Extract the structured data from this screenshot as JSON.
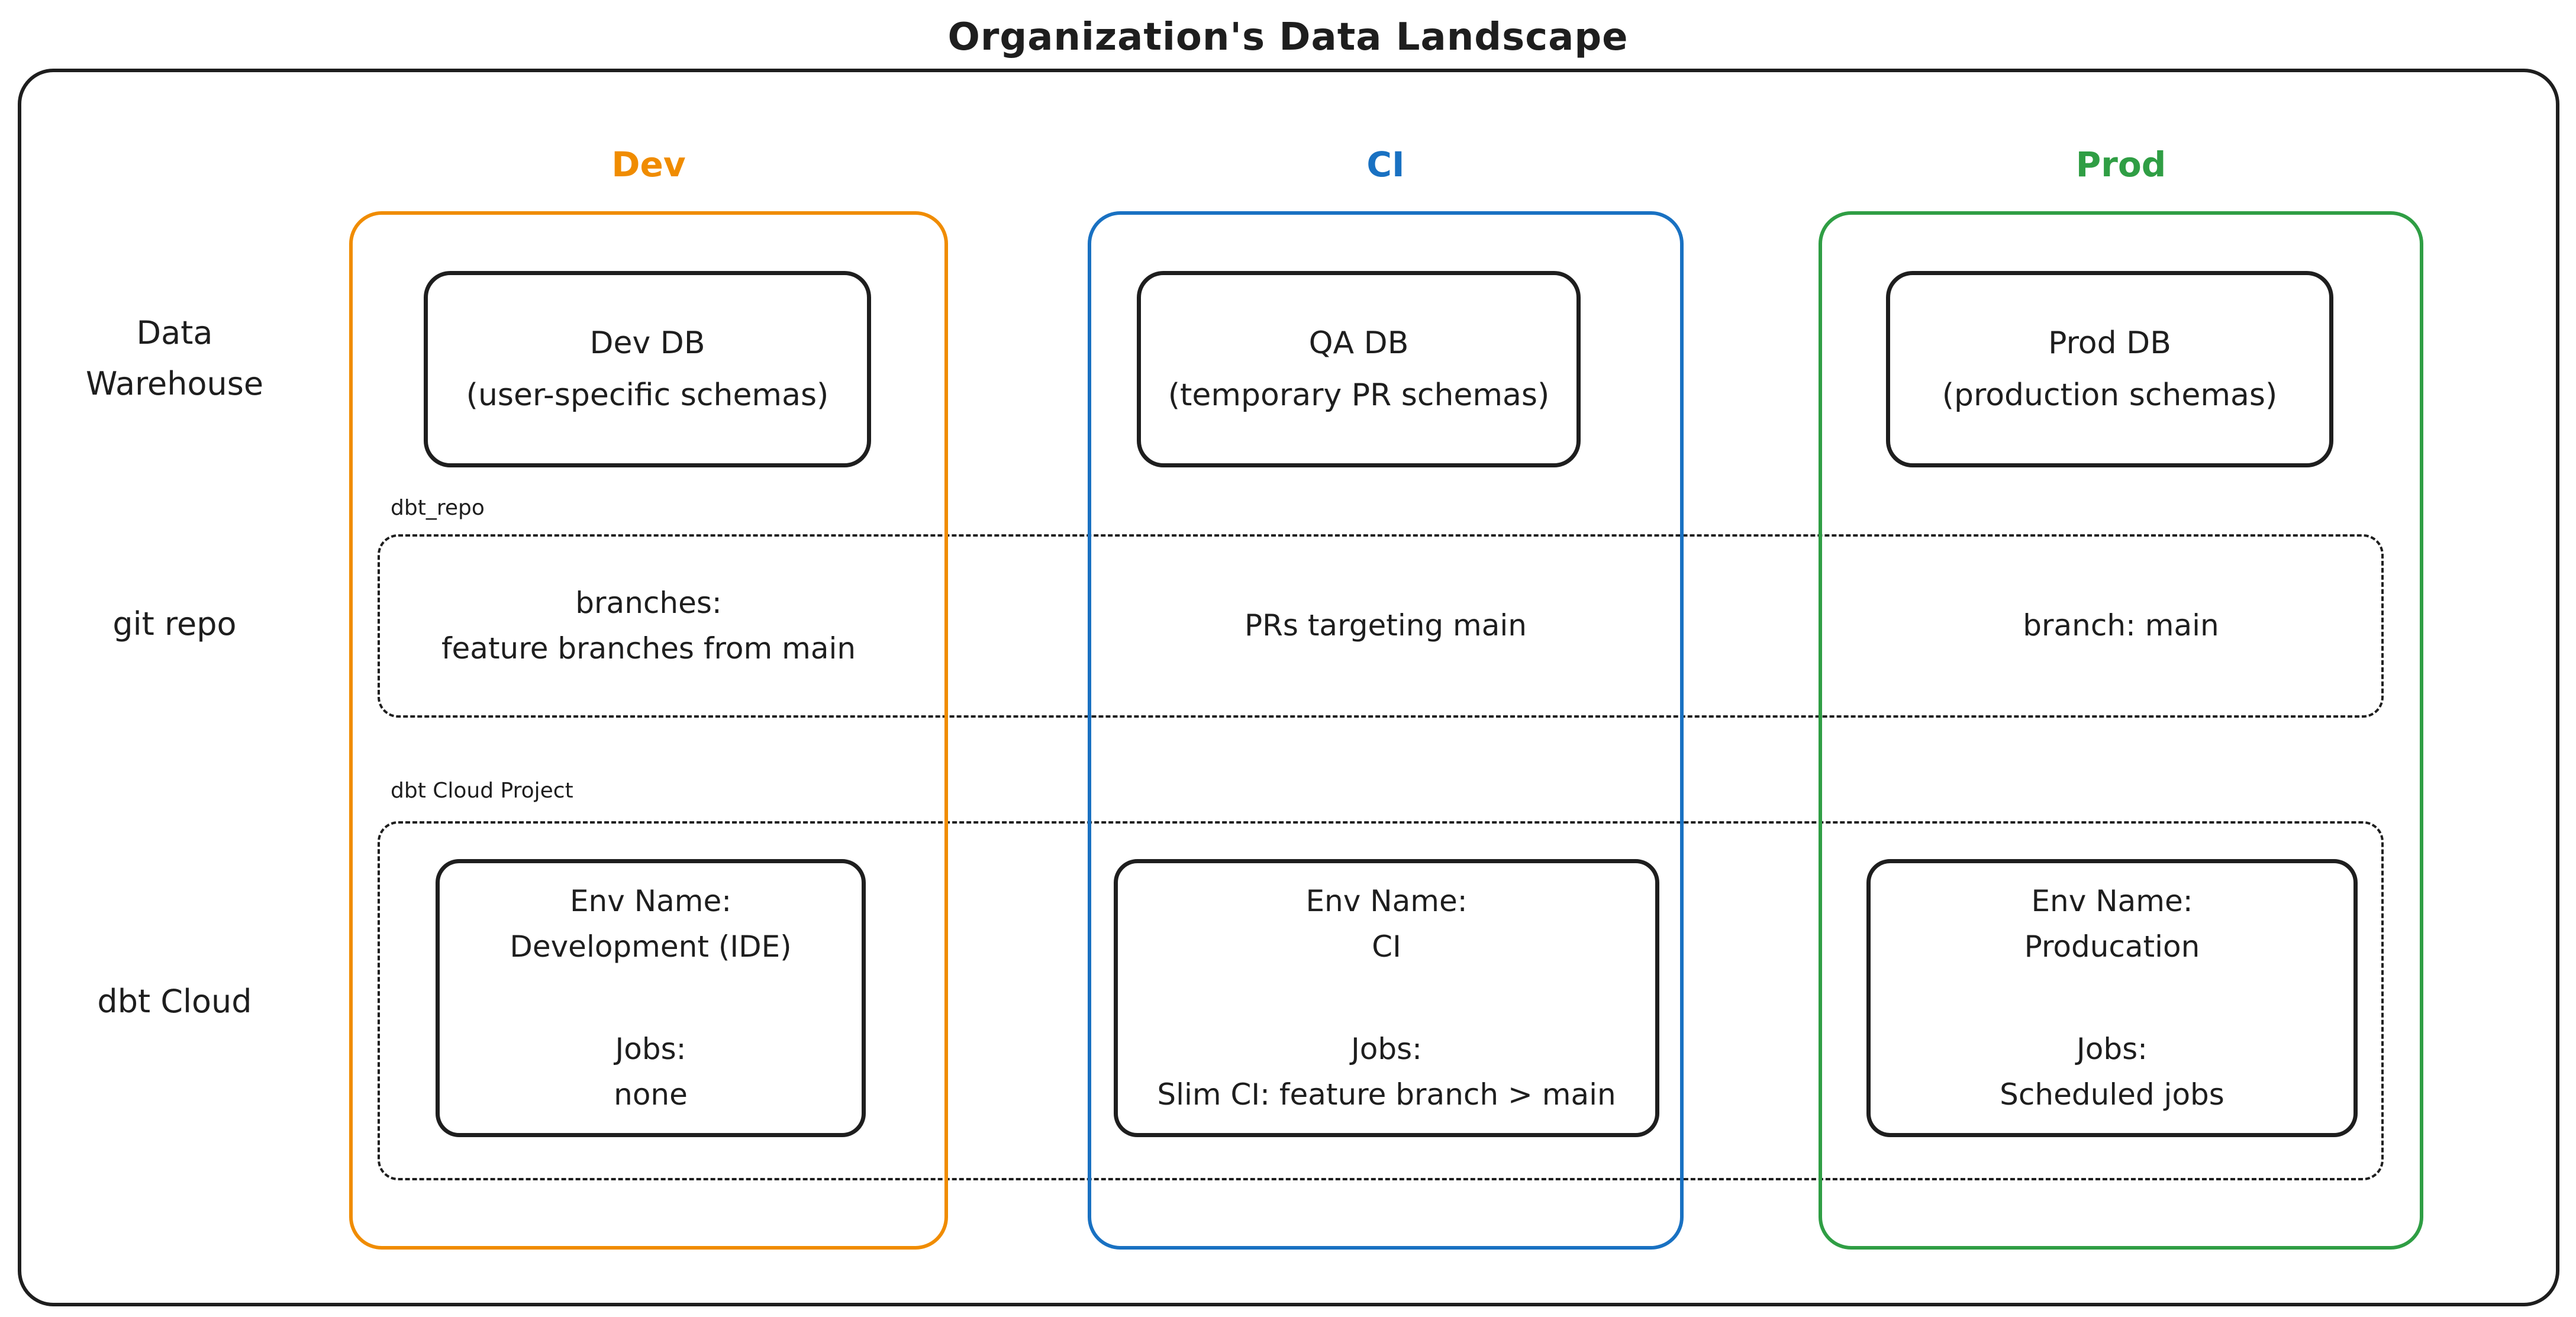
{
  "title": "Organization's Data Landscape",
  "colors": {
    "ink": "#1e1e1e",
    "background": "#ffffff",
    "dev_accent": "#f08c00",
    "ci_accent": "#1971c2",
    "prod_accent": "#2f9e44"
  },
  "row_labels": [
    {
      "label": "Data Warehouse"
    },
    {
      "label": "git repo"
    },
    {
      "label": "dbt Cloud"
    }
  ],
  "group_labels": {
    "git_repo_box": "dbt_repo",
    "dbt_cloud_box": "dbt Cloud Project"
  },
  "columns": [
    {
      "header": "Dev",
      "color": "#f08c00",
      "warehouse": {
        "title": "Dev DB",
        "subtitle": "(user-specific schemas)"
      },
      "git": {
        "lines": [
          "branches:",
          "feature branches from main"
        ]
      },
      "dbt_cloud": {
        "env_label": "Env Name:",
        "env_name": "Development (IDE)",
        "jobs_label": "Jobs:",
        "jobs": "none"
      }
    },
    {
      "header": "CI",
      "color": "#1971c2",
      "warehouse": {
        "title": "QA DB",
        "subtitle": "(temporary PR schemas)"
      },
      "git": {
        "lines": [
          "PRs targeting main"
        ]
      },
      "dbt_cloud": {
        "env_label": "Env Name:",
        "env_name": "CI",
        "jobs_label": "Jobs:",
        "jobs": "Slim CI: feature branch > main"
      }
    },
    {
      "header": "Prod",
      "color": "#2f9e44",
      "warehouse": {
        "title": "Prod DB",
        "subtitle": "(production schemas)"
      },
      "git": {
        "lines": [
          "branch: main"
        ]
      },
      "dbt_cloud": {
        "env_label": "Env Name:",
        "env_name": "Producation",
        "jobs_label": "Jobs:",
        "jobs": "Scheduled jobs"
      }
    }
  ]
}
